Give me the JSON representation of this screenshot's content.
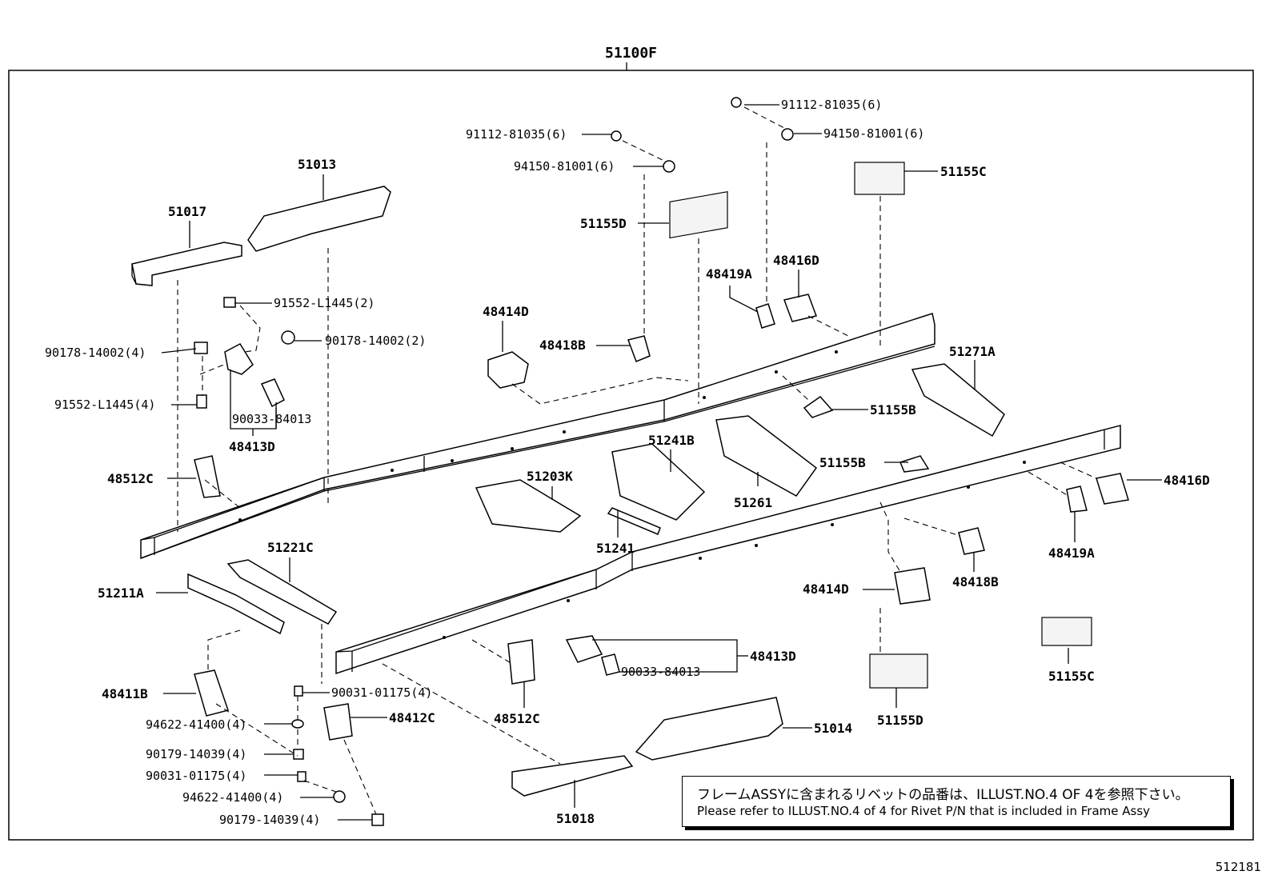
{
  "diagram": {
    "assembly": "51100F",
    "illustration_id": "512181",
    "note": {
      "line_jp": "フレームASSYに含まれるリベットの品番は、ILLUST.NO.4 OF 4を参照下さい。",
      "line_en": "Please refer to ILLUST.NO.4 of 4 for Rivet P/N that is included in Frame Assy"
    },
    "labels": {
      "p51013": "51013",
      "p51017": "51017",
      "p91552_2": "91552-L1445(2)",
      "p90178_4": "90178-14002(4)",
      "p90178_2": "90178-14002(2)",
      "p91552_4": "91552-L1445(4)",
      "p90033_a": "90033-84013",
      "p48413D_a": "48413D",
      "p48512C_a": "48512C",
      "p91112_a": "91112-81035(6)",
      "p94150_a": "94150-81001(6)",
      "p51155D_a": "51155D",
      "p48414D_a": "48414D",
      "p48418B_a": "48418B",
      "p91112_b": "91112-81035(6)",
      "p94150_b": "94150-81001(6)",
      "p51155C_a": "51155C",
      "p48416D_a": "48416D",
      "p48419A_a": "48419A",
      "p51271A": "51271A",
      "p51155B_a": "51155B",
      "p51241B": "51241B",
      "p51203K": "51203K",
      "p51241": "51241",
      "p51261": "51261",
      "p51155B_b": "51155B",
      "p48416D_b": "48416D",
      "p48419A_b": "48419A",
      "p48418B_b": "48418B",
      "p48414D_b": "48414D",
      "p51221C": "51221C",
      "p51211A": "51211A",
      "p48413D_b": "48413D",
      "p90033_b": "90033-84013",
      "p51155C_b": "51155C",
      "p48411B": "48411B",
      "p90031_a": "90031-01175(4)",
      "p94622_a": "94622-41400(4)",
      "p48412C": "48412C",
      "p48512C_b": "48512C",
      "p51014": "51014",
      "p51155D_b": "51155D",
      "p90179_a": "90179-14039(4)",
      "p90031_b": "90031-01175(4)",
      "p94622_b": "94622-41400(4)",
      "p90179_b": "90179-14039(4)",
      "p51018": "51018"
    }
  }
}
